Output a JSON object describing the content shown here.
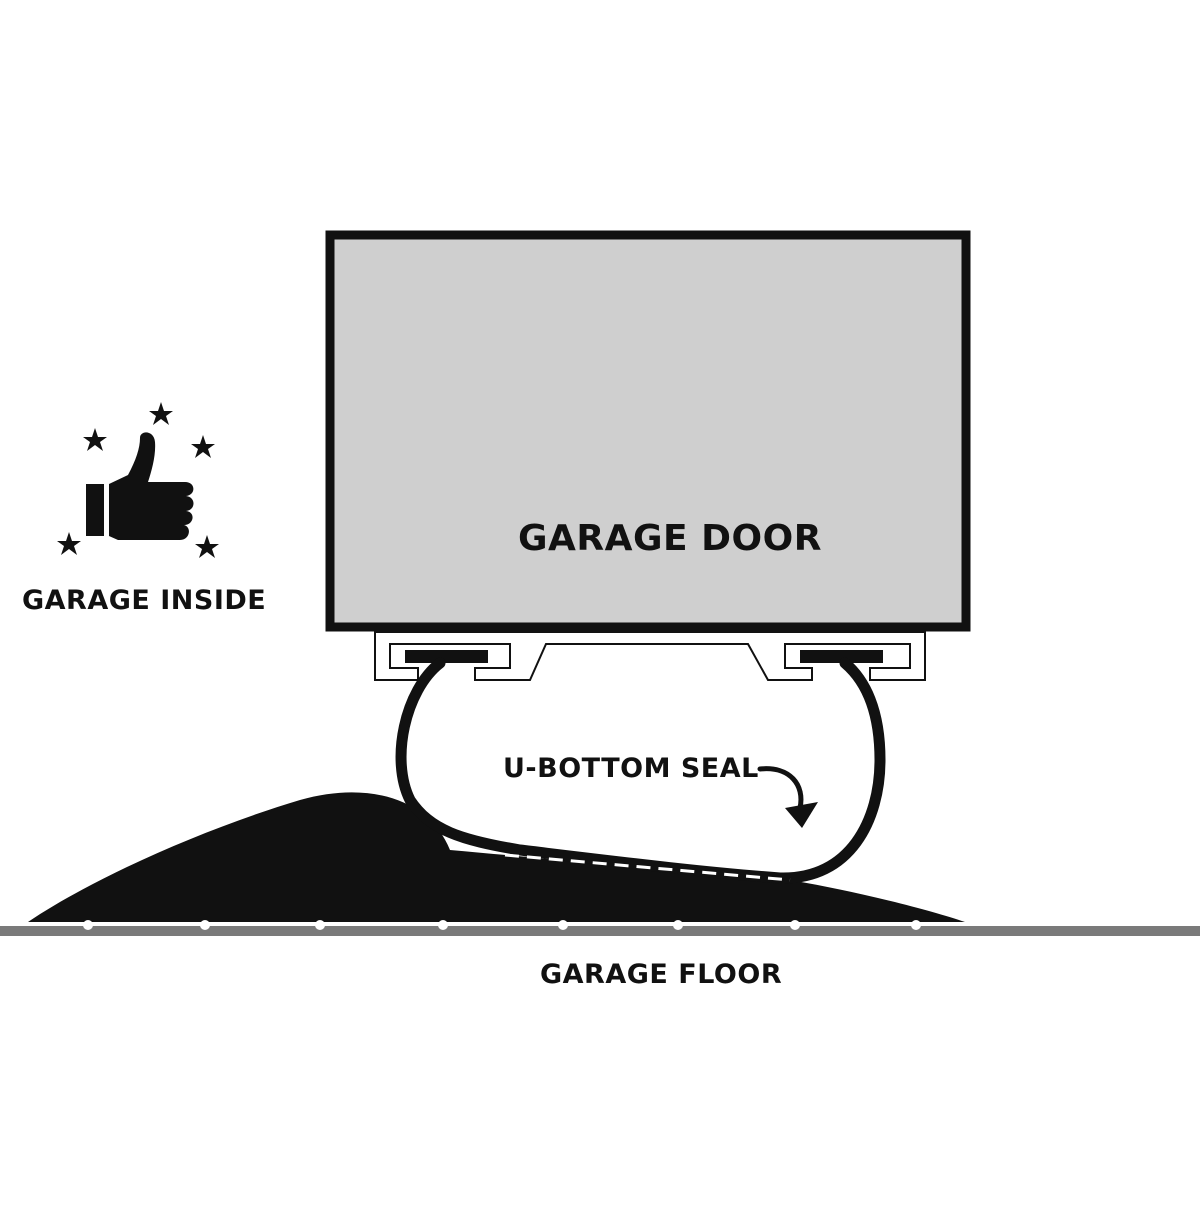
{
  "labels": {
    "garage_door": "GARAGE DOOR",
    "garage_inside": "GARAGE INSIDE",
    "u_bottom_seal": "U-BOTTOM SEAL",
    "garage_floor": "GARAGE FLOOR"
  },
  "colors": {
    "door_fill": "#cfcfcf",
    "outline": "#111111",
    "floor": "#7a7a7a",
    "background": "#ffffff"
  },
  "icons": [
    "thumbs-up-icon",
    "star-icon"
  ],
  "rating": {
    "stars_shown": 5
  }
}
